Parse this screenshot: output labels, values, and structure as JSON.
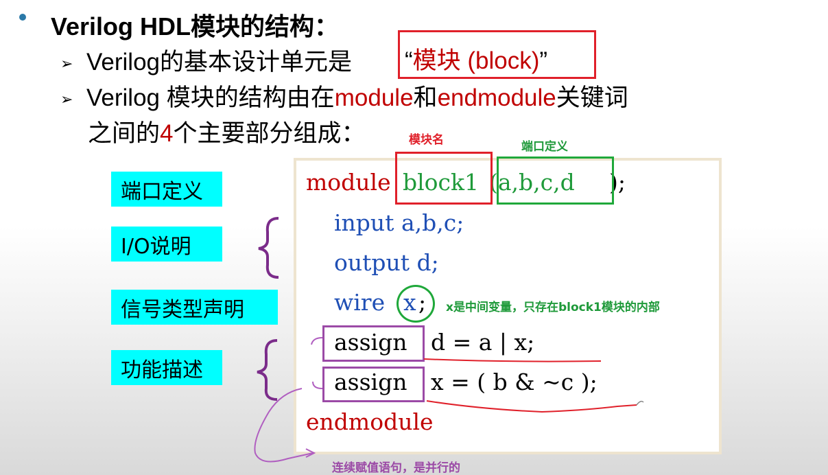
{
  "title": "Verilog HDL模块的结构：",
  "line1": {
    "prefix": "Verilog的基本设计单元是",
    "quote_open": "“",
    "highlight": "模块 (block)",
    "quote_close": "”"
  },
  "line2": {
    "p1": "Verilog 模块的结构由在",
    "kw1": "module",
    "p2": "和",
    "kw2": "endmodule",
    "p3": "关键词"
  },
  "line3": {
    "p1": "之间的",
    "num": "4",
    "p2": "个主要部分组成："
  },
  "labels": [
    "端口定义",
    "I/O说明",
    "信号类型声明",
    "功能描述"
  ],
  "annotations": {
    "module_name": "模块名",
    "port_def": "端口定义",
    "x_note": "x是中间变量，只存在block1模块的内部",
    "parallel_note": "连续赋值语句，是并行的"
  },
  "code": {
    "l1_kw": "module",
    "l1_name": "block1",
    "l1_ports": "(a,b,c,d",
    "l1_end": ");",
    "l2_kw": "input",
    "l2_rest": " a,b,c;",
    "l3_kw": "output",
    "l3_rest": " d;",
    "l4_kw": "wire",
    "l4_var": "x",
    "l4_end": ";",
    "l5_kw": "assign",
    "l5_rest": "d = a | x;",
    "l6_kw": "assign",
    "l6_rest": "x = ( b & ~c );",
    "l7_kw": "endmodule"
  },
  "colors": {
    "red": "#c00000",
    "blue": "#1f4fb5",
    "green": "#1f9a3a",
    "purple": "#9b4aa6",
    "cyan": "#00ffff"
  }
}
